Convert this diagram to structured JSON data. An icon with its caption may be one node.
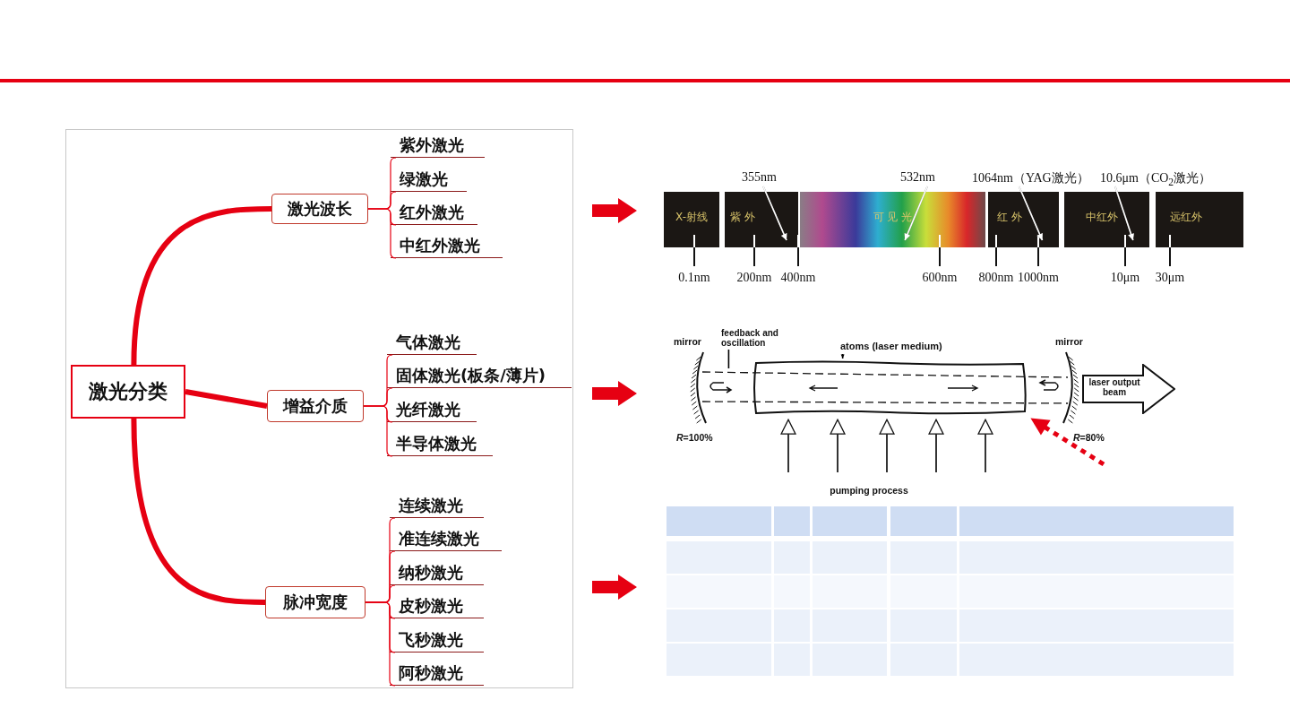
{
  "diagram": {
    "nodes": [
      {
        "text": [
          "激光分类"
        ]
      },
      {
        "text": [
          "激光波长"
        ]
      },
      {
        "text": [
          "紫外激光"
        ]
      },
      {
        "text": [
          "绿激光"
        ]
      },
      {
        "text": [
          "红外激光"
        ]
      },
      {
        "text": [
          "中红外激光"
        ]
      },
      {
        "text": [
          "增益介质"
        ]
      },
      {
        "text": [
          "气体激光"
        ]
      },
      {
        "text": [
          "固体激光(板条/薄片)"
        ]
      },
      {
        "text": [
          "光纤激光"
        ]
      },
      {
        "text": [
          "半导体激光"
        ]
      },
      {
        "text": [
          "脉冲宽度"
        ]
      },
      {
        "text": [
          "连续激光"
        ]
      },
      {
        "text": [
          "准连续激光"
        ]
      },
      {
        "text": [
          "纳秒激光"
        ]
      },
      {
        "text": [
          "皮秒激光"
        ]
      },
      {
        "text": [
          "飞秒激光"
        ]
      },
      {
        "text": [
          "阿秒激光"
        ]
      },
      {
        "text": [
          "355nm"
        ]
      },
      {
        "text": [
          "532nm"
        ]
      },
      {
        "text": [
          "1064nm（YAG激光）"
        ]
      },
      {
        "text": [
          "10.6μm（CO$_{2}$激光）"
        ]
      },
      {
        "text": [
          "X-射线"
        ],
        "beside": [
          "0.1nm"
        ]
      },
      {
        "text": [
          "紫 外"
        ],
        "beside": [
          "200nm",
          "400nm"
        ]
      },
      {
        "text": [
          "可 见 光"
        ],
        "beside": [
          "600nm"
        ]
      },
      {
        "text": [
          "红 外"
        ],
        "beside": [
          "800nm",
          "1000nm"
        ]
      },
      {
        "text": [
          "中红外"
        ],
        "beside": [
          "10μm"
        ]
      },
      {
        "text": [
          "远红外"
        ],
        "beside": [
          "30μm"
        ]
      },
      {
        "text": [
          "feedback and oscillation"
        ]
      },
      {
        "text": [
          "atoms (laser medium)"
        ]
      },
      {
        "text": [],
        "shape": "box"
      },
      {
        "text": [
          "laser output beam"
        ]
      },
      {
        "text": [],
        "shape": "picture"
      }
    ],
    "edges": [
      {
        "from": 0,
        "to": 1,
        "arrow": "none",
        "style": "thick"
      },
      {
        "from": 0,
        "to": 6,
        "arrow": "none",
        "style": "thick"
      },
      {
        "from": 0,
        "to": 11,
        "arrow": "none",
        "style": "thick"
      },
      {
        "from": 1,
        "to": 2,
        "arrow": "none"
      },
      {
        "from": 1,
        "to": 3,
        "arrow": "none"
      },
      {
        "from": 1,
        "to": 4,
        "arrow": "none"
      },
      {
        "from": 1,
        "to": 5,
        "arrow": "none"
      },
      {
        "from": 6,
        "to": 7,
        "arrow": "none"
      },
      {
        "from": 6,
        "to": 8,
        "arrow": "none"
      },
      {
        "from": 6,
        "to": 9,
        "arrow": "none"
      },
      {
        "from": 6,
        "to": 10,
        "arrow": "none"
      },
      {
        "from": 11,
        "to": 12,
        "arrow": "none"
      },
      {
        "from": 11,
        "to": 13,
        "arrow": "none"
      },
      {
        "from": 11,
        "to": 14,
        "arrow": "none"
      },
      {
        "from": 11,
        "to": 15,
        "arrow": "none"
      },
      {
        "from": 11,
        "to": 16,
        "arrow": "none"
      },
      {
        "from": 11,
        "to": 17,
        "arrow": "none"
      },
      {
        "from": 18,
        "to": 23,
        "arrow": "to",
        "color": "#ffffff"
      },
      {
        "from": 19,
        "to": 24,
        "arrow": "to",
        "color": "#ffffff"
      },
      {
        "from": 20,
        "to": 25,
        "arrow": "to",
        "color": "#ffffff"
      },
      {
        "from": 21,
        "to": 26,
        "arrow": "to",
        "color": "#ffffff"
      },
      {
        "from": 28,
        "to": 32,
        "arrow": "none",
        "color": "#000000"
      },
      {
        "from": 29,
        "to": 30,
        "arrow": "to",
        "color": "#000000"
      },
      {
        "from": null,
        "to": 30,
        "arrow": "to",
        "color": "#000000"
      },
      {
        "from": null,
        "to": 30,
        "arrow": "to",
        "color": "#000000"
      },
      {
        "from": null,
        "to": 30,
        "arrow": "to",
        "color": "#000000"
      },
      {
        "from": null,
        "to": 30,
        "arrow": "to",
        "color": "#000000"
      },
      {
        "from": null,
        "to": 30,
        "arrow": "to",
        "color": "#000000"
      },
      {
        "from": null,
        "to": 30,
        "arrow": "to",
        "style": "dashed"
      }
    ],
    "labels": [
      "mirror",
      "mirror",
      "*R*=100%",
      "*R*=80%",
      "pumping process"
    ]
  }
}
